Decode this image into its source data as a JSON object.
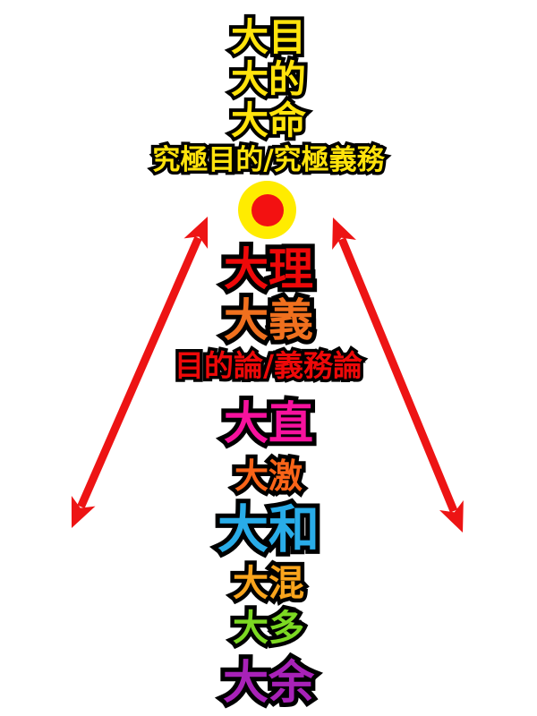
{
  "diagram": {
    "background": "#ffffff",
    "outline_color": "#000000",
    "levels": [
      {
        "label": "大目",
        "color": "#ffe30c"
      },
      {
        "label": "大的",
        "color": "#ffe30c"
      },
      {
        "label": "大命",
        "color": "#ffe30c"
      },
      {
        "label": "究極目的/究極義務",
        "color": "#ffe30c"
      },
      {
        "label": "大理",
        "color": "#ee0909"
      },
      {
        "label": "大義",
        "color": "#f0701e"
      },
      {
        "label": "目的論/義務論",
        "color": "#ee0909"
      },
      {
        "label": "大直",
        "color": "#f7129e"
      },
      {
        "label": "大激",
        "color": "#f96418"
      },
      {
        "label": "大和",
        "color": "#29ace8"
      },
      {
        "label": "大混",
        "color": "#f9a41c"
      },
      {
        "label": "大多",
        "color": "#7cd922"
      },
      {
        "label": "大余",
        "color": "#a822b8"
      }
    ],
    "symbol": {
      "outer_color": "#ffec00",
      "core_color": "#f31111"
    },
    "arrows": {
      "color": "#ed1414",
      "style": "double-headed"
    }
  }
}
